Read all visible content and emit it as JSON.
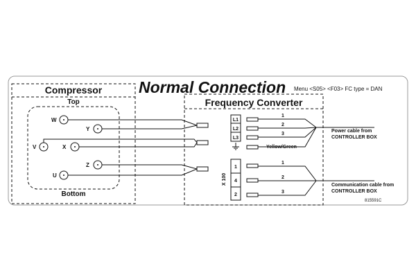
{
  "title": "Normal Connection",
  "menu_note": "Menu <S05> <F03> FC type = DAN",
  "compressor": {
    "label": "Compressor",
    "top_label": "Top",
    "bottom_label": "Bottom",
    "terminals": [
      "W",
      "Y",
      "V",
      "X",
      "Z",
      "U"
    ]
  },
  "frequency_converter": {
    "label": "Frequency Converter",
    "power_terminals": [
      "L1",
      "L2",
      "L3"
    ],
    "power_wires": [
      "1",
      "2",
      "3"
    ],
    "ground_label": "Yellow/Green",
    "power_cable_label": [
      "Power cable from",
      "CONTROLLER BOX"
    ],
    "comm_connector": "X 100",
    "comm_terminals": [
      "1",
      "4",
      "2"
    ],
    "comm_wires": [
      "1",
      "2",
      "3"
    ],
    "comm_cable_label": [
      "Communication cable from",
      "CONTROLLER BOX"
    ]
  },
  "part_number": "815591C",
  "colors": {
    "line": "#111111",
    "background": "#ffffff",
    "panel_border": "#999999"
  }
}
